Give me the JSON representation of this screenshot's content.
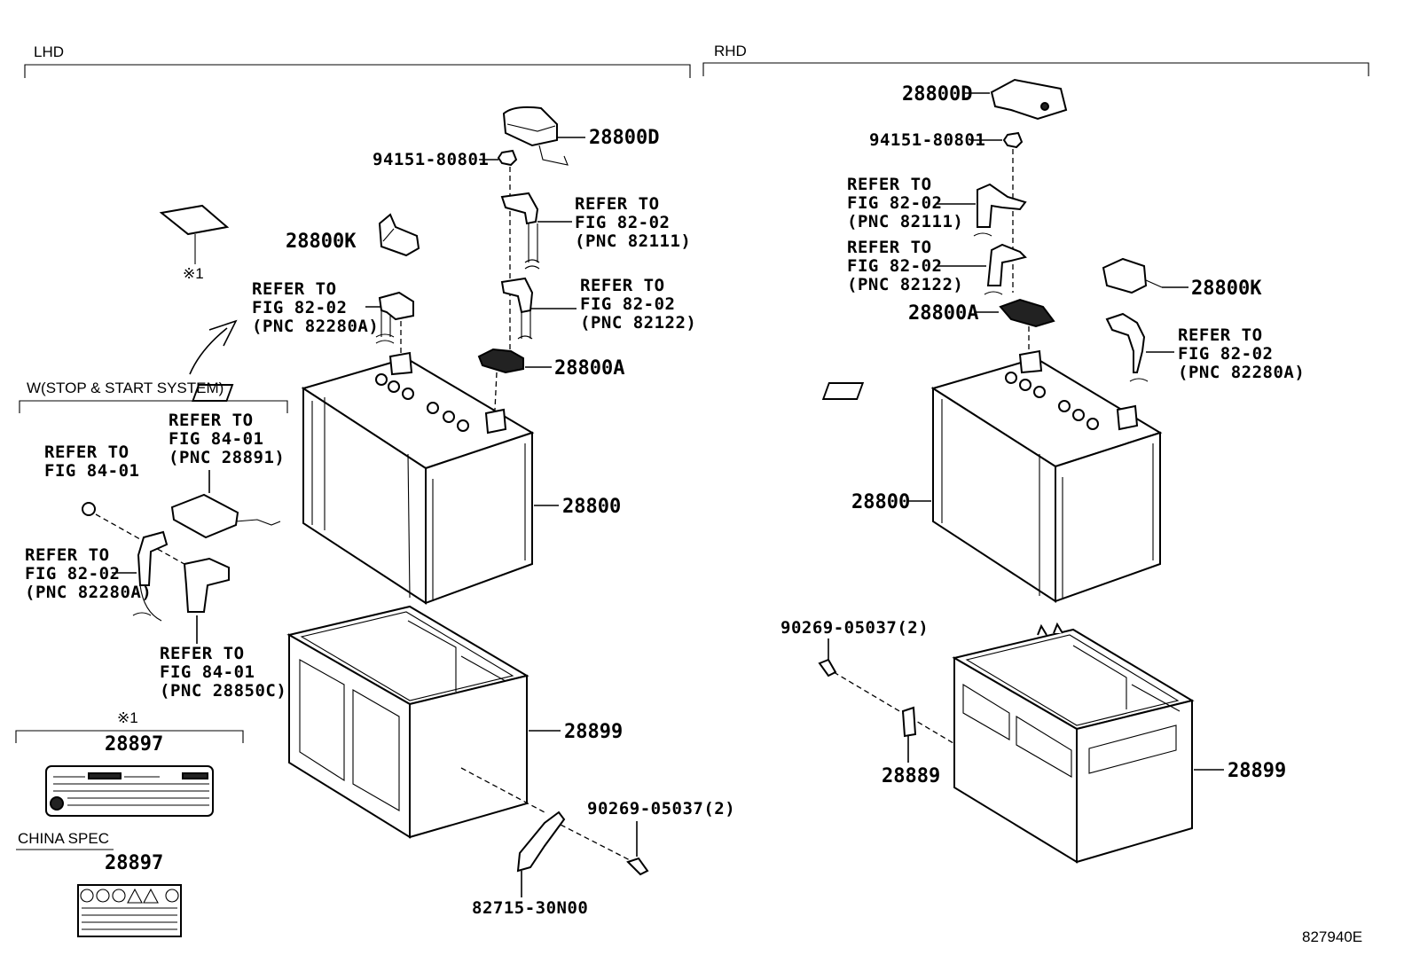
{
  "sections": {
    "lhd": "LHD",
    "rhd": "RHD",
    "stop_start": "W(STOP & START SYSTEM)",
    "china_spec": "CHINA SPEC",
    "note_mark": "※1"
  },
  "lhd_labels": {
    "cover_d": "28800D",
    "nut": "94151-80801",
    "cover_k": "28800K",
    "clamp_a": "28800A",
    "battery": "28800",
    "tray": "28899",
    "bolt": "90269-05037(2)",
    "bracket": "82715-30N00",
    "ref_82111": [
      "REFER TO",
      "FIG 82-02",
      "(PNC 82111)"
    ],
    "ref_82122": [
      "REFER TO",
      "FIG 82-02",
      "(PNC 82122)"
    ],
    "ref_82280A": [
      "REFER TO",
      "FIG 82-02",
      "(PNC 82280A)"
    ]
  },
  "stop_start_labels": {
    "ref_28891": [
      "REFER TO",
      "FIG 84-01",
      "(PNC 28891)"
    ],
    "ref_84": [
      "REFER TO",
      "FIG 84-01"
    ],
    "ref_82280A": [
      "REFER TO",
      "FIG 82-02",
      "(PNC 82280A)"
    ],
    "ref_28850C": [
      "REFER TO",
      "FIG 84-01",
      "(PNC 28850C)"
    ]
  },
  "labels_box": {
    "note_mark": "※1",
    "label_pn": "28897",
    "china_pn": "28897"
  },
  "rhd_labels": {
    "cover_d": "28800D",
    "nut": "94151-80801",
    "cover_k": "28800K",
    "clamp_a": "28800A",
    "battery": "28800",
    "tray": "28899",
    "bolt": "90269-05037(2)",
    "bracket": "28889",
    "ref_82111": [
      "REFER TO",
      "FIG 82-02",
      "(PNC 82111)"
    ],
    "ref_82122": [
      "REFER TO",
      "FIG 82-02",
      "(PNC 82122)"
    ],
    "ref_82280A": [
      "REFER TO",
      "FIG 82-02",
      "(PNC 82280A)"
    ]
  },
  "figure_id": "827940E"
}
